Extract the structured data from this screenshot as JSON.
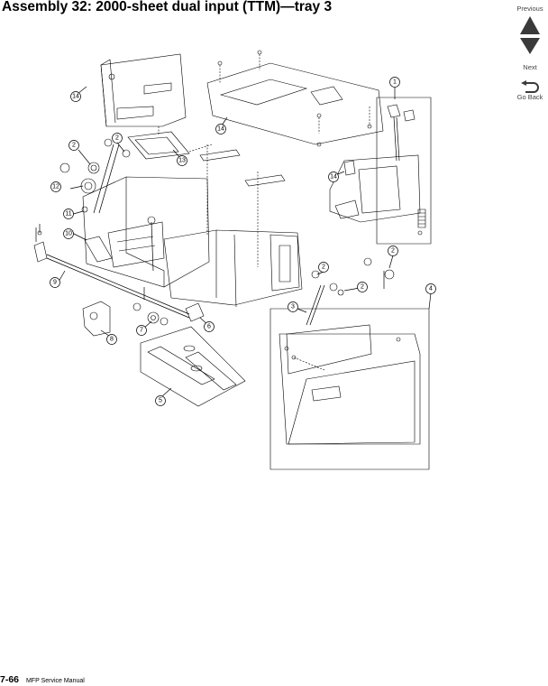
{
  "header": {
    "title": "Assembly 32:  2000-sheet dual input (TTM)—tray 3"
  },
  "nav": {
    "previous": "Previous",
    "next": "Next",
    "go_back": "Go Back"
  },
  "footer": {
    "page_number": "7-66",
    "manual_title": "MFP Service Manual"
  },
  "callouts": {
    "c1": "1",
    "c2a": "2",
    "c2b": "2",
    "c2c": "2",
    "c2d": "2",
    "c2e": "2",
    "c3": "3",
    "c4": "4",
    "c5": "5",
    "c6": "6",
    "c7": "7",
    "c8": "8",
    "c9": "9",
    "c10": "10",
    "c11": "11",
    "c12": "12",
    "c13": "13",
    "c14a": "14",
    "c14b": "14",
    "c14c": "14"
  },
  "colors": {
    "nav_arrow": "#3a3a3a",
    "line": "#000000"
  }
}
